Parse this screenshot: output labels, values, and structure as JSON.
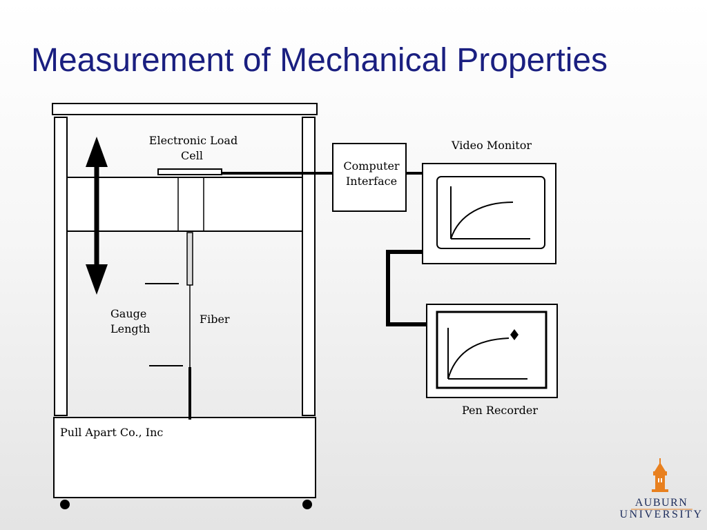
{
  "title": "Measurement of Mechanical Properties",
  "labels": {
    "load_cell_line1": "Electronic Load",
    "load_cell_line2": "Cell",
    "computer_line1": "Computer",
    "computer_line2": "Interface",
    "video_monitor": "Video Monitor",
    "pen_recorder": "Pen Recorder",
    "gauge_line1": "Gauge",
    "gauge_line2": "Length",
    "fiber": "Fiber",
    "company": "Pull Apart Co., Inc"
  },
  "logo": {
    "name": "AUBURN",
    "subtitle": "UNIVERSITY"
  },
  "colors": {
    "title": "#1a1f80",
    "logo_orange": "#e8801f",
    "logo_navy": "#1a2a5a"
  }
}
